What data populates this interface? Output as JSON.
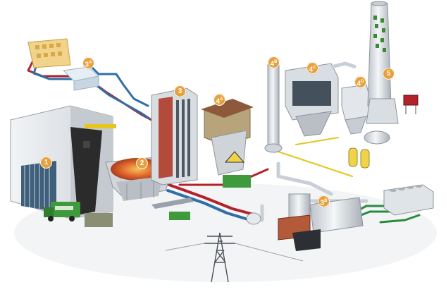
{
  "colors": {
    "marker": "#e8a13a",
    "hot_pipe": "#b3222a",
    "cold_pipe": "#2e6fa8",
    "steam_pipe": "#c9cfd6",
    "green_pipe": "#2b8a3e",
    "yellow_pipe": "#e6c51f",
    "building": "#e3e6ea",
    "furnace_fire": "#d9582a",
    "chimney_green": "#3a8a35",
    "truck": "#3e9a3b"
  },
  "markers": [
    {
      "id": "m1",
      "num": "1",
      "sub": ""
    },
    {
      "id": "m2",
      "num": "2",
      "sub": ""
    },
    {
      "id": "m3",
      "num": "3",
      "sub": ""
    },
    {
      "id": "m3a",
      "num": "3",
      "sub": "A"
    },
    {
      "id": "m3b",
      "num": "3",
      "sub": "B"
    },
    {
      "id": "m4a",
      "num": "4",
      "sub": "A"
    },
    {
      "id": "m4b",
      "num": "4",
      "sub": "B"
    },
    {
      "id": "m4c",
      "num": "4",
      "sub": "C"
    },
    {
      "id": "m4d",
      "num": "4",
      "sub": "D"
    },
    {
      "id": "m5",
      "num": "5",
      "sub": ""
    }
  ],
  "icons": [
    "warning-sign-icon"
  ]
}
